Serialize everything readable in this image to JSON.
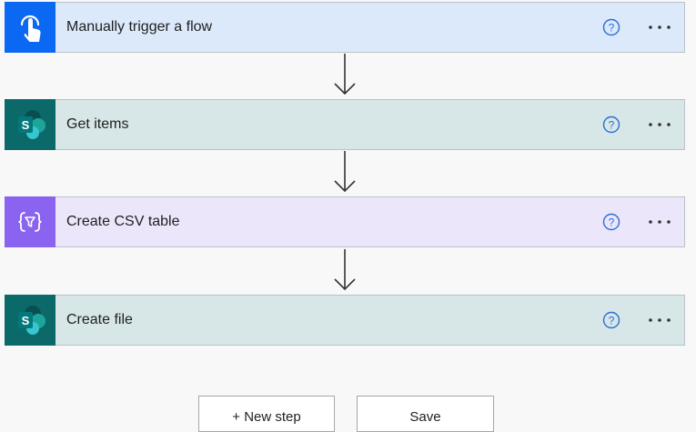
{
  "flow": {
    "steps": [
      {
        "title": "Manually trigger a flow",
        "icon": "touch-hand-icon",
        "kind": "trigger"
      },
      {
        "title": "Get items",
        "icon": "sharepoint-icon",
        "kind": "sharepoint"
      },
      {
        "title": "Create CSV table",
        "icon": "data-operation-icon",
        "kind": "data-operation"
      },
      {
        "title": "Create file",
        "icon": "sharepoint-icon",
        "kind": "sharepoint"
      }
    ]
  },
  "actions": {
    "new_step_label": "+ New step",
    "save_label": "Save"
  },
  "colors": {
    "trigger_icon_bg": "#0a68f2",
    "trigger_bg": "#dbe9fb",
    "sharepoint_icon_bg": "#0b6a69",
    "sharepoint_bg": "#d7e6e6",
    "data_operation_icon_bg": "#8a63f1",
    "data_operation_bg": "#ece6fb",
    "help_icon": "#2b6fd6"
  }
}
